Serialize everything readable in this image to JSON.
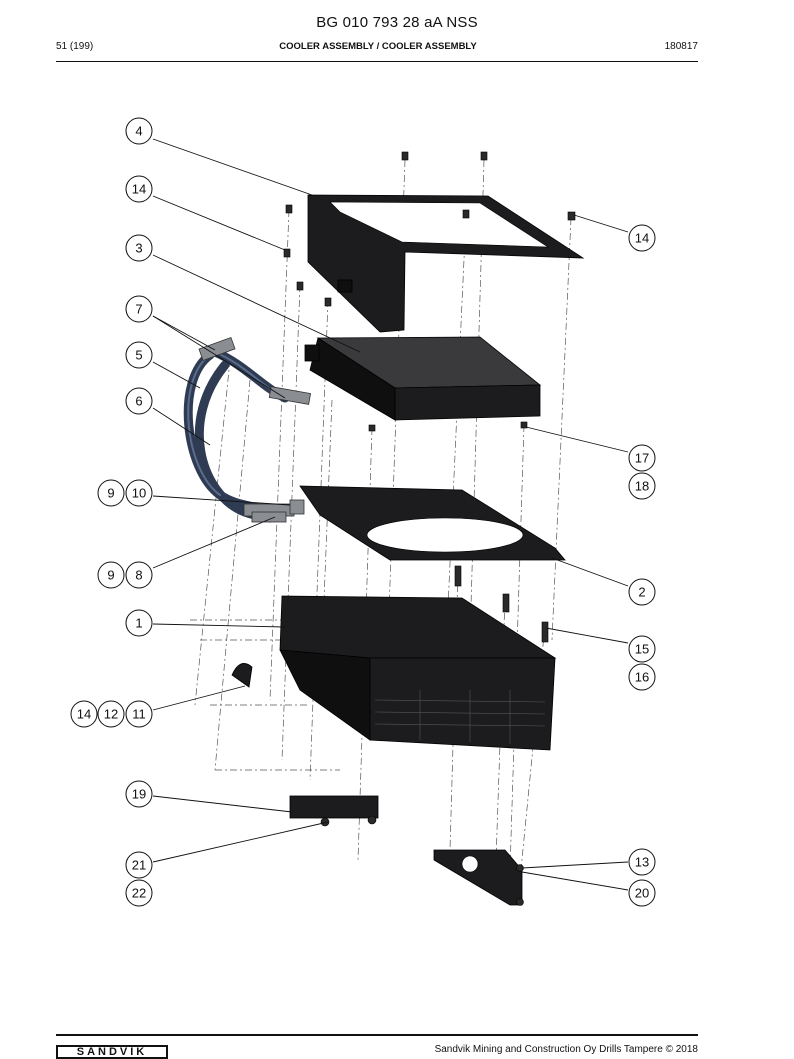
{
  "header": {
    "title": "BG 010 793 28 aA NSS",
    "page": "51 (199)",
    "section": "COOLER ASSEMBLY / COOLER ASSEMBLY",
    "date_code": "180817"
  },
  "callouts": [
    {
      "id": "c4",
      "label": "4"
    },
    {
      "id": "c14a",
      "label": "14"
    },
    {
      "id": "c14b",
      "label": "14"
    },
    {
      "id": "c3",
      "label": "3"
    },
    {
      "id": "c7",
      "label": "7"
    },
    {
      "id": "c5",
      "label": "5"
    },
    {
      "id": "c6",
      "label": "6"
    },
    {
      "id": "c17",
      "label": "17"
    },
    {
      "id": "c18",
      "label": "18"
    },
    {
      "id": "c9a",
      "label": "9"
    },
    {
      "id": "c10",
      "label": "10"
    },
    {
      "id": "c9b",
      "label": "9"
    },
    {
      "id": "c8",
      "label": "8"
    },
    {
      "id": "c2",
      "label": "2"
    },
    {
      "id": "c1",
      "label": "1"
    },
    {
      "id": "c15",
      "label": "15"
    },
    {
      "id": "c16",
      "label": "16"
    },
    {
      "id": "c14c",
      "label": "14"
    },
    {
      "id": "c12",
      "label": "12"
    },
    {
      "id": "c11",
      "label": "11"
    },
    {
      "id": "c19",
      "label": "19"
    },
    {
      "id": "c13",
      "label": "13"
    },
    {
      "id": "c21",
      "label": "21"
    },
    {
      "id": "c22",
      "label": "22"
    },
    {
      "id": "c20",
      "label": "20"
    }
  ],
  "footer": {
    "logo_text": "SANDVIK",
    "copyright": "Sandvik Mining and Construction Oy Drills Tampere © 2018"
  }
}
